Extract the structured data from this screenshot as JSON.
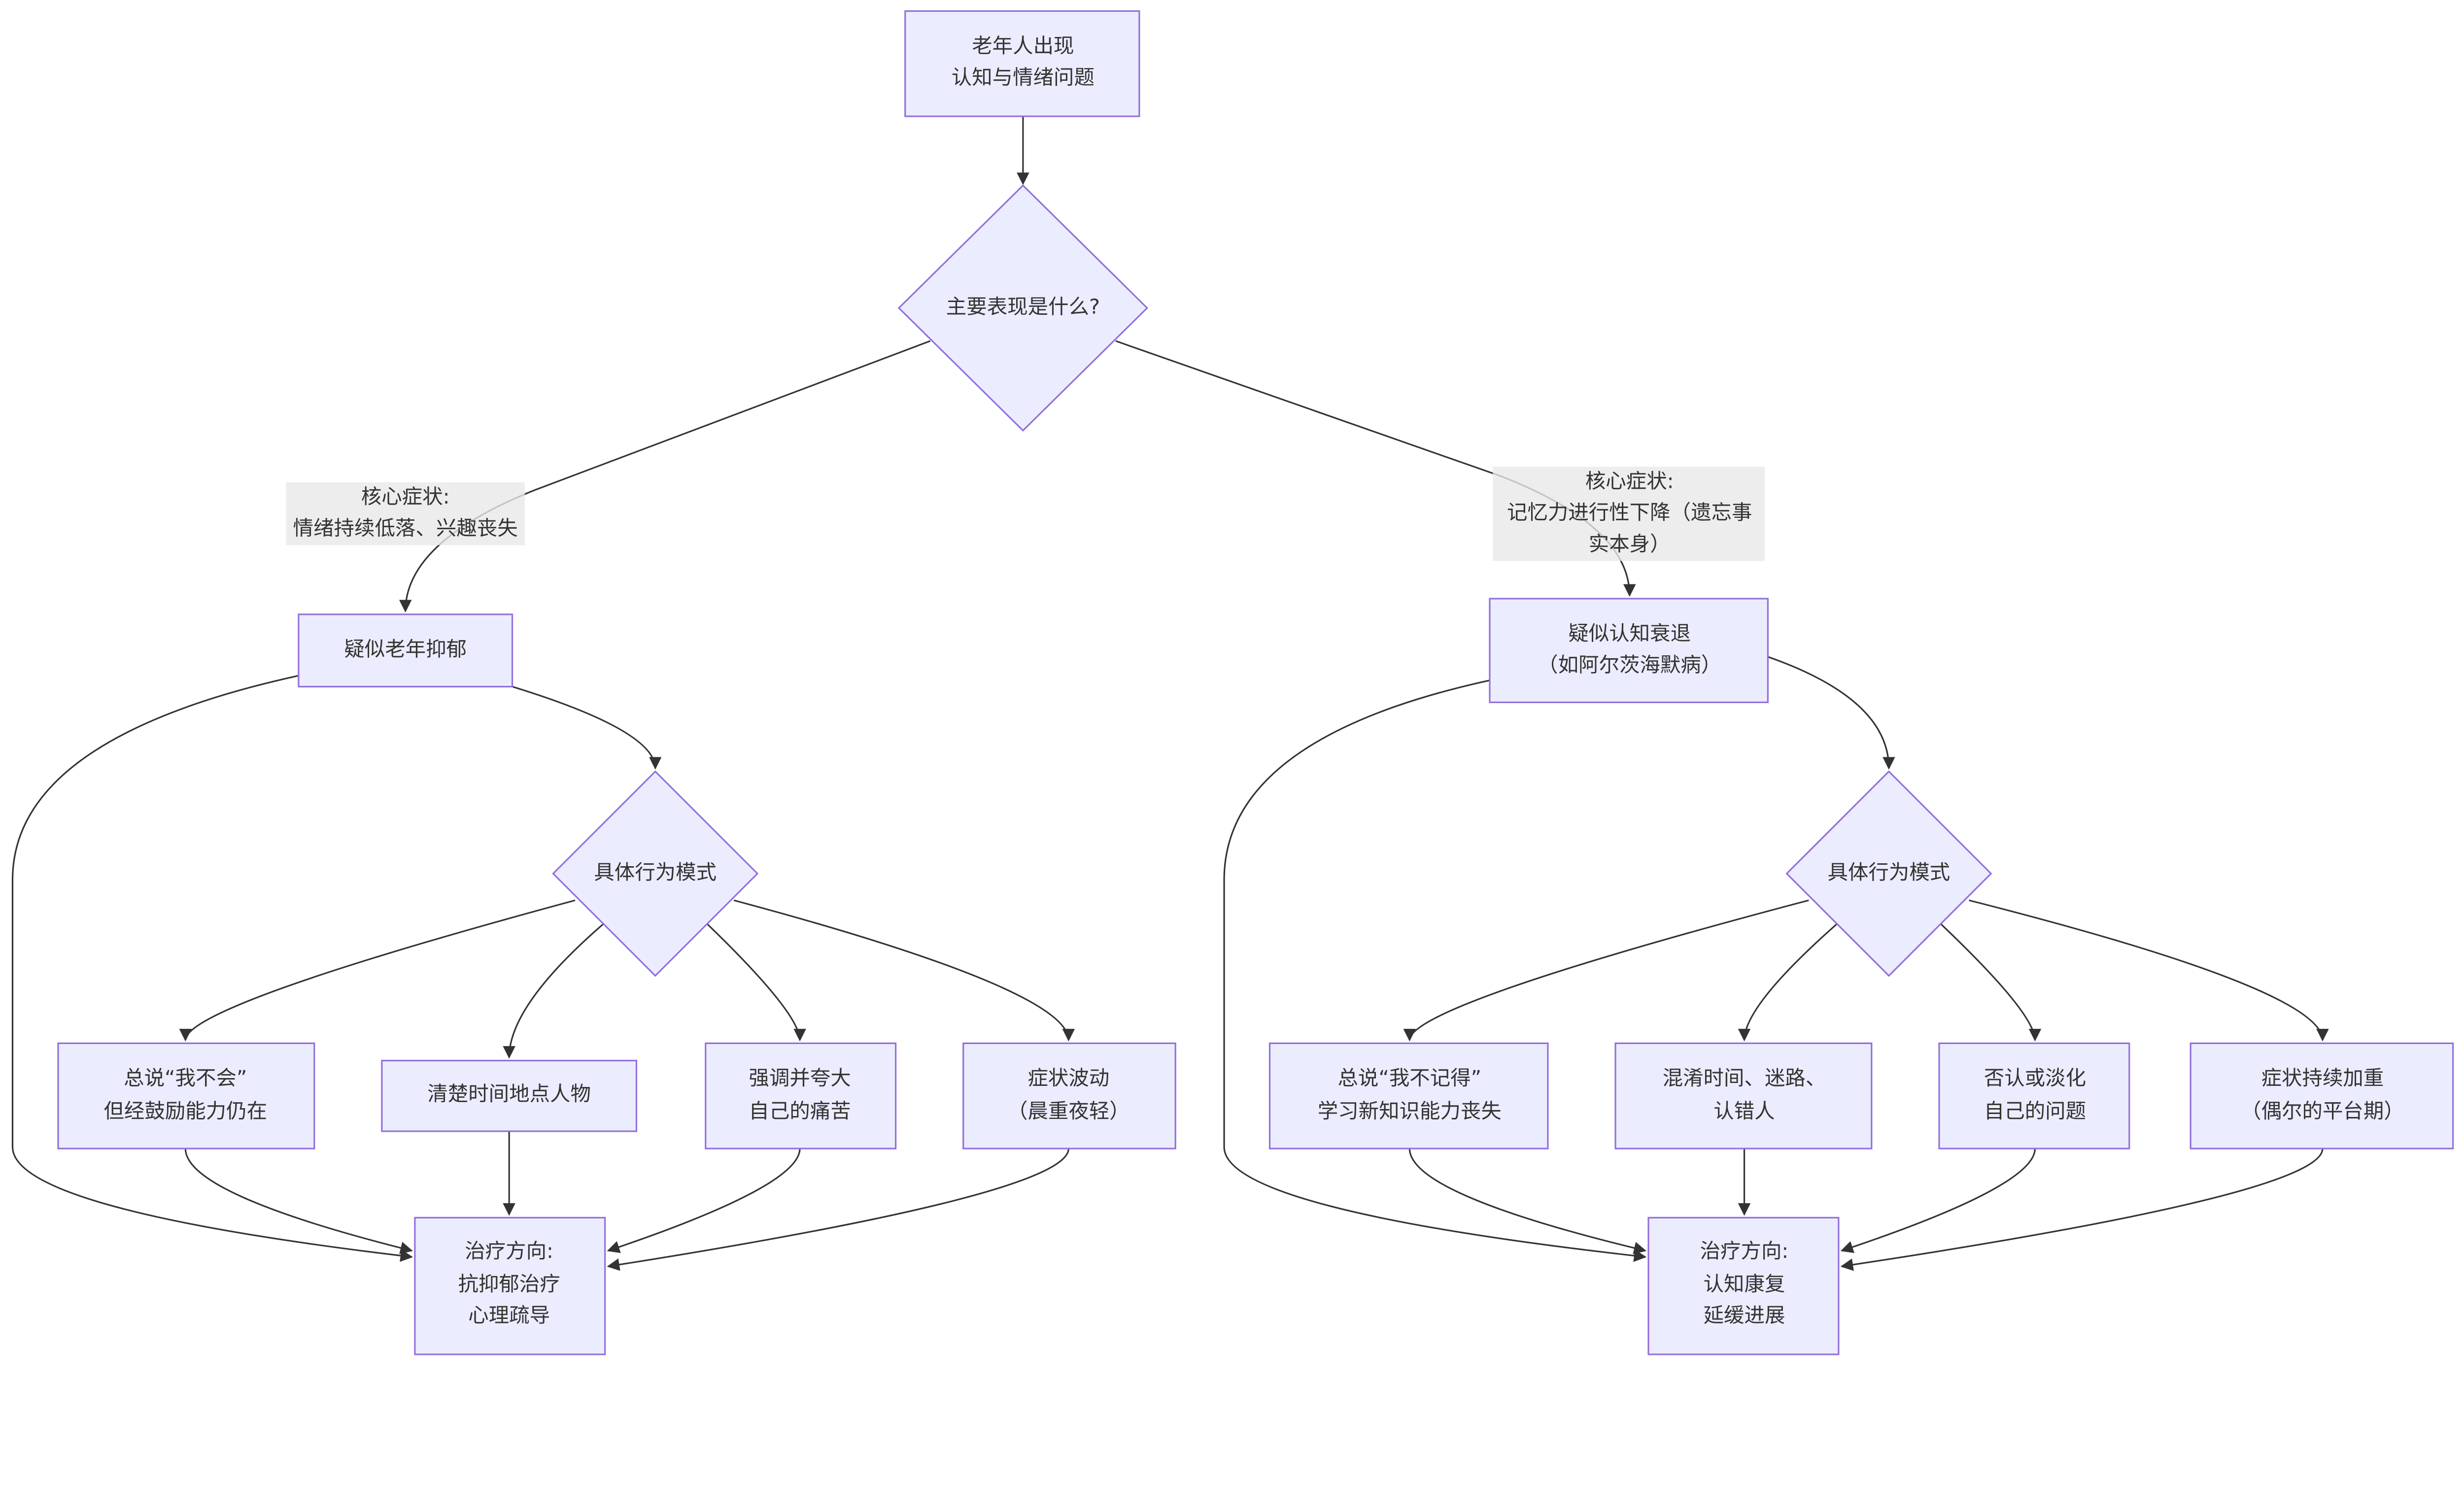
{
  "colors": {
    "node_fill": "#ECECFF",
    "node_stroke": "#9370DB",
    "edge": "#333333",
    "edge_label_bg": "#E8E8E8"
  },
  "nodes": {
    "start": [
      "老年人出现",
      "认知与情绪问题"
    ],
    "decision_main": "主要表现是什么?",
    "depression": "疑似老年抑郁",
    "cognitive": [
      "疑似认知衰退",
      "（如阿尔茨海默病）"
    ],
    "dep_behavior": "具体行为模式",
    "cog_behavior": "具体行为模式",
    "dep_items": [
      [
        "总说“我不会”",
        "但经鼓励能力仍在"
      ],
      [
        "清楚时间地点人物"
      ],
      [
        "强调并夸大",
        "自己的痛苦"
      ],
      [
        "症状波动",
        "（晨重夜轻）"
      ]
    ],
    "cog_items": [
      [
        "总说“我不记得”",
        "学习新知识能力丧失"
      ],
      [
        "混淆时间、迷路、",
        "认错人"
      ],
      [
        "否认或淡化",
        "自己的问题"
      ],
      [
        "症状持续加重",
        "（偶尔的平台期）"
      ]
    ],
    "dep_treatment": [
      "治疗方向:",
      "抗抑郁治疗",
      "心理疏导"
    ],
    "cog_treatment": [
      "治疗方向:",
      "认知康复",
      "延缓进展"
    ]
  },
  "edge_labels": {
    "left": [
      "核心症状:",
      "情绪持续低落、兴趣丧失"
    ],
    "right": [
      "核心症状:",
      "记忆力进行性下降（遗忘事",
      "实本身）"
    ]
  }
}
